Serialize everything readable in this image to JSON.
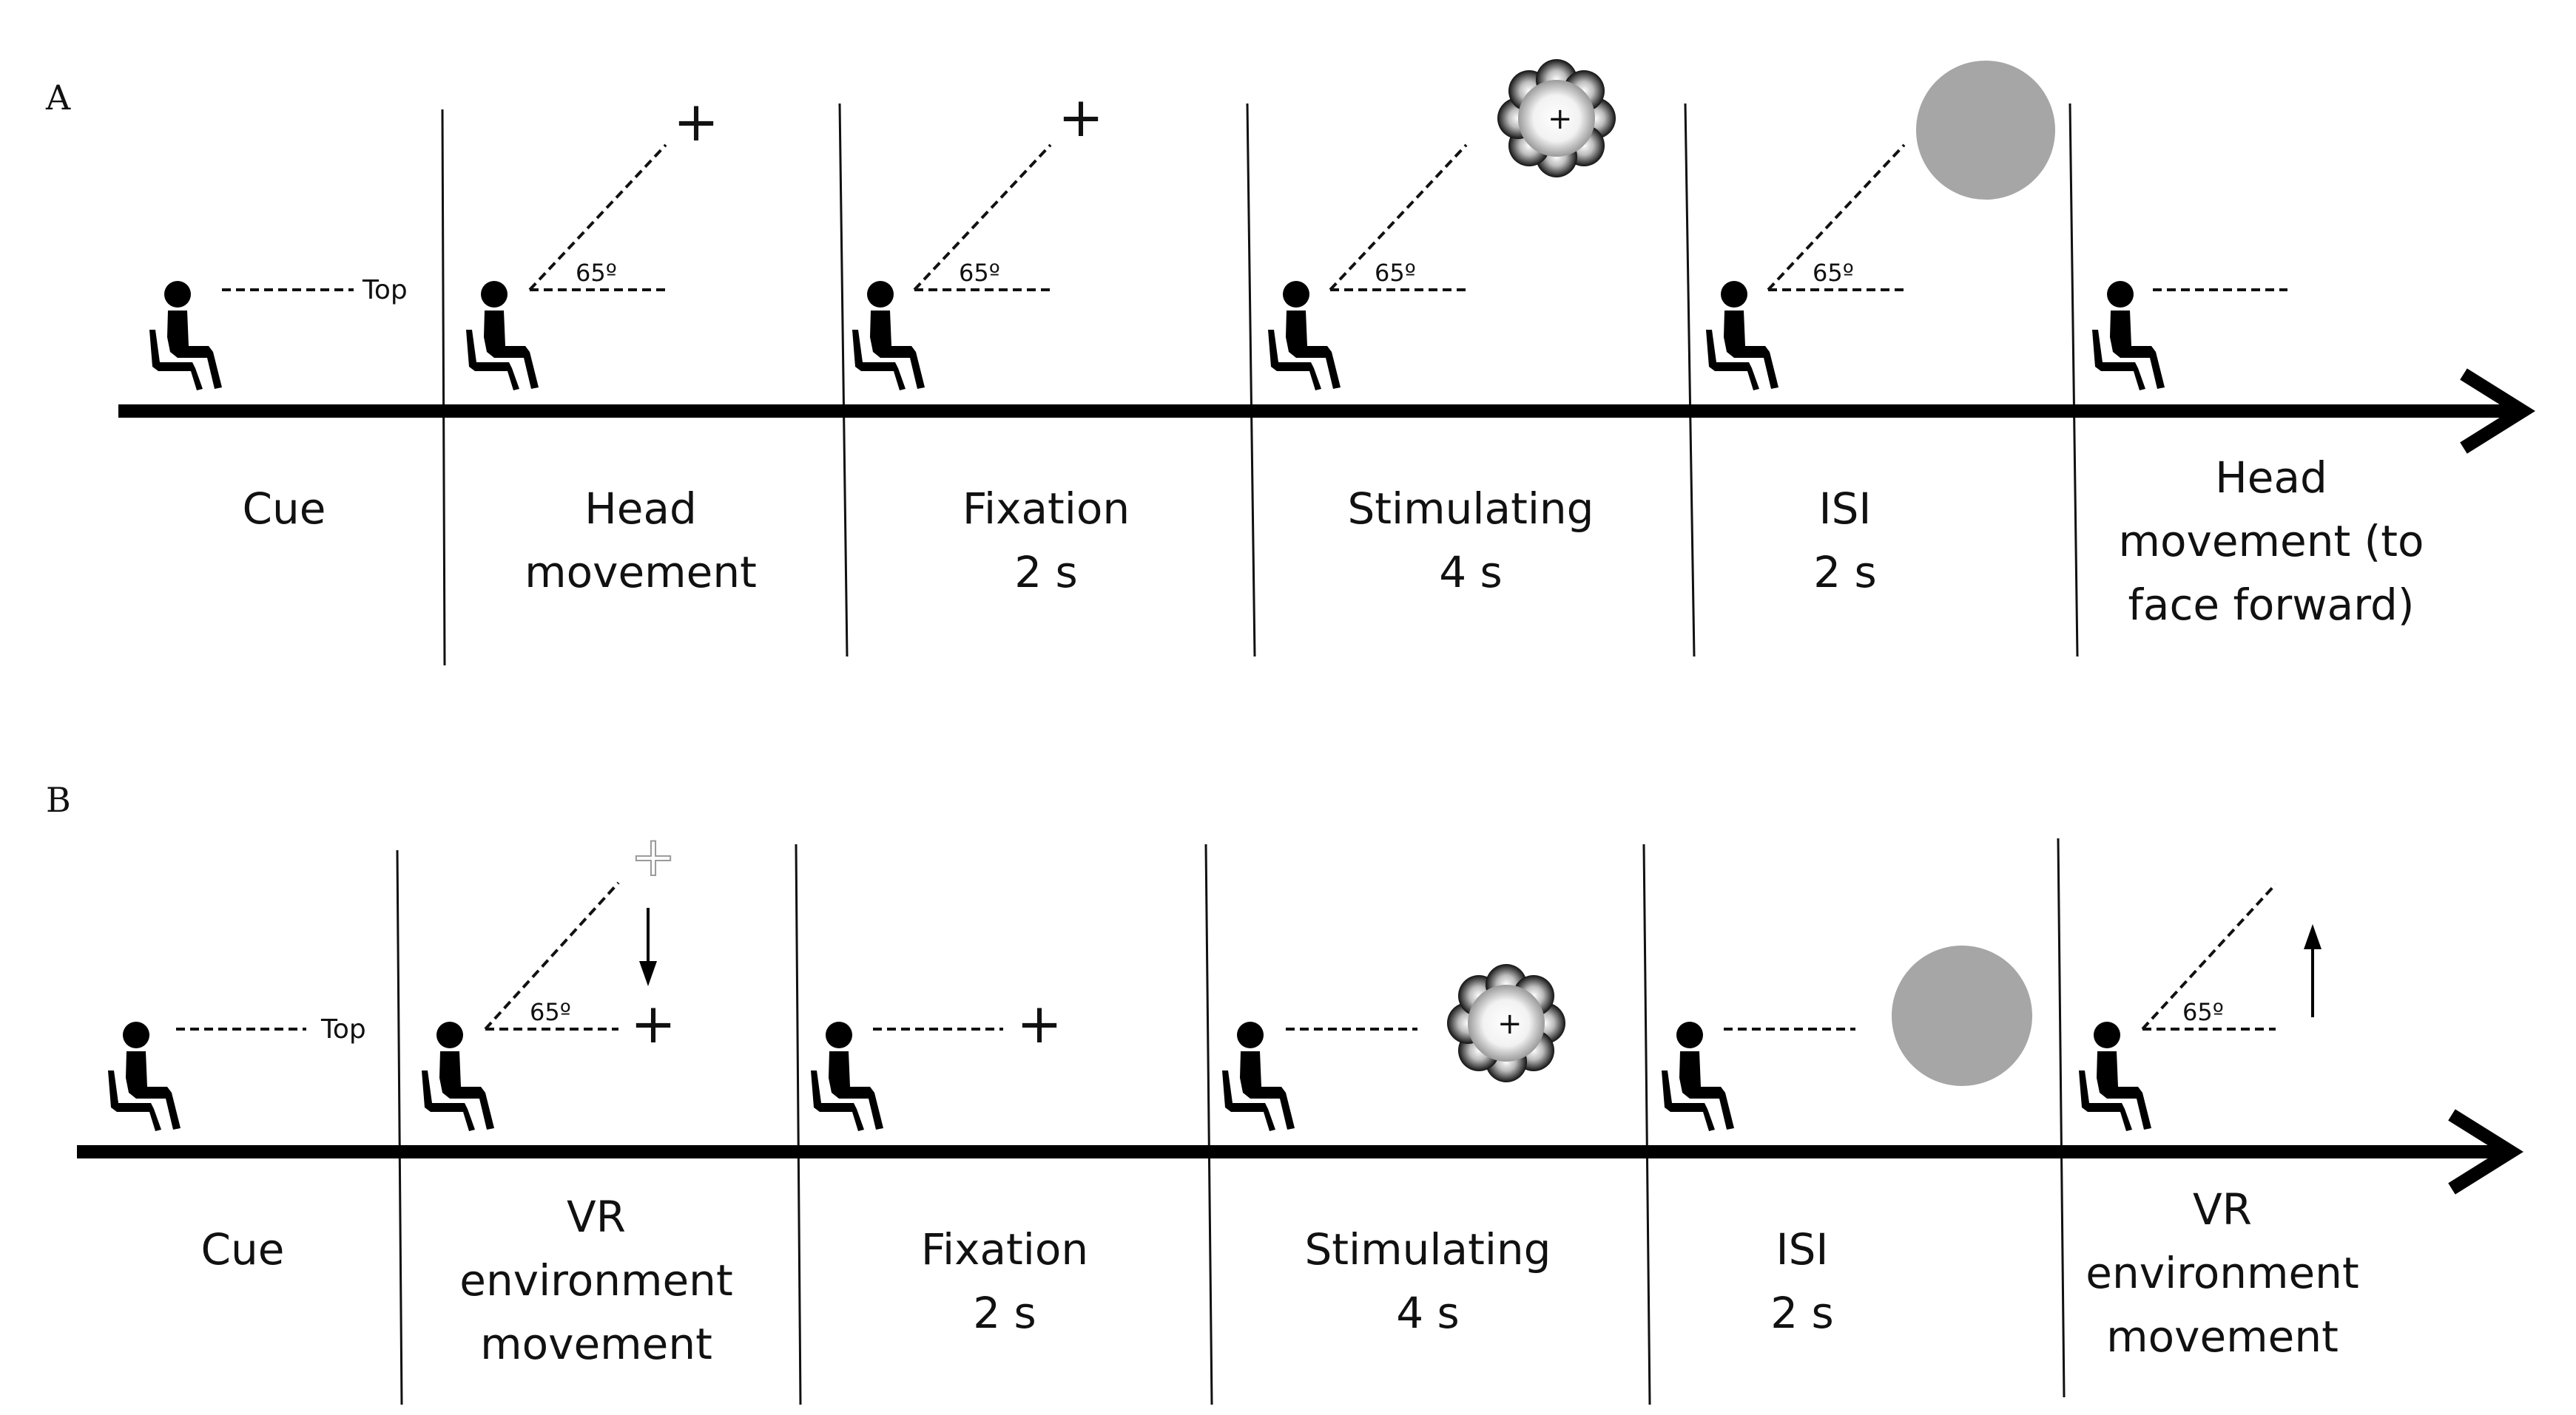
{
  "panel_a": {
    "letter": "A",
    "cue_top_label": "Top",
    "angle_label": "65º",
    "phases": [
      {
        "lines": [
          "Cue"
        ]
      },
      {
        "lines": [
          "Head",
          "movement"
        ]
      },
      {
        "lines": [
          "Fixation",
          "2 s"
        ]
      },
      {
        "lines": [
          "Stimulating",
          "4 s"
        ]
      },
      {
        "lines": [
          "ISI",
          "2 s"
        ]
      },
      {
        "lines": [
          "Head",
          "movement (to",
          "face forward)"
        ]
      }
    ],
    "fixation_symbol": "+"
  },
  "panel_b": {
    "letter": "B",
    "cue_top_label": "Top",
    "angle_label": "65º",
    "phases": [
      {
        "lines": [
          "Cue"
        ]
      },
      {
        "lines": [
          "VR",
          "environment",
          "movement"
        ]
      },
      {
        "lines": [
          "Fixation",
          "2 s"
        ]
      },
      {
        "lines": [
          "Stimulating",
          "4 s"
        ]
      },
      {
        "lines": [
          "ISI",
          "2 s"
        ]
      },
      {
        "lines": [
          "VR",
          "environment",
          "movement"
        ]
      }
    ],
    "fixation_symbol": "+"
  },
  "colors": {
    "ink": "#000000",
    "grey_disc": "#a6a6a6",
    "faded_cross": "#9a9a9a"
  },
  "icons": {
    "person": "seated-person-icon",
    "stimulus": "checkerboard-flower-stimulus",
    "isi": "grey-disc",
    "timeline": "arrow-right"
  }
}
